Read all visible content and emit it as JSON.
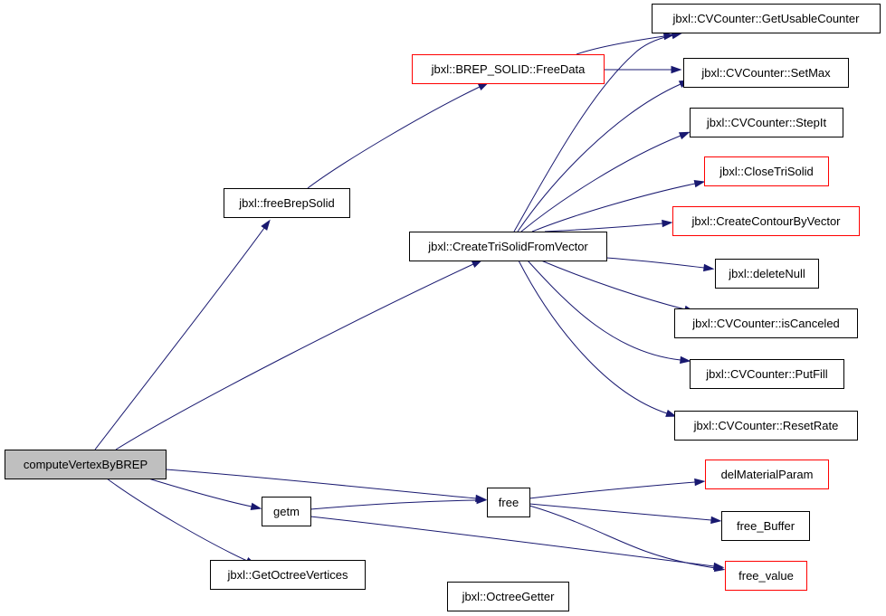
{
  "colors": {
    "edge": "#191970",
    "border_normal": "#000000",
    "border_highlight": "#ff0000",
    "root_fill": "#bfbfbf",
    "node_fill": "#ffffff"
  },
  "nodes": [
    {
      "id": "computeVertexByBREP",
      "label": "computeVertexByBREP",
      "style": "root"
    },
    {
      "id": "freeBrepSolid",
      "label": "jbxl::freeBrepSolid",
      "style": "normal"
    },
    {
      "id": "CreateTriSolidFromVector",
      "label": "jbxl::CreateTriSolidFromVector",
      "style": "normal"
    },
    {
      "id": "getm",
      "label": "getm",
      "style": "normal"
    },
    {
      "id": "GetOctreeVertices",
      "label": "jbxl::GetOctreeVertices",
      "style": "normal"
    },
    {
      "id": "FreeData",
      "label": "jbxl::BREP_SOLID::FreeData",
      "style": "red"
    },
    {
      "id": "GetUsableCounter",
      "label": "jbxl::CVCounter::GetUsableCounter",
      "style": "normal"
    },
    {
      "id": "SetMax",
      "label": "jbxl::CVCounter::SetMax",
      "style": "normal"
    },
    {
      "id": "StepIt",
      "label": "jbxl::CVCounter::StepIt",
      "style": "normal"
    },
    {
      "id": "CloseTriSolid",
      "label": "jbxl::CloseTriSolid",
      "style": "red"
    },
    {
      "id": "CreateContourByVector",
      "label": "jbxl::CreateContourByVector",
      "style": "red"
    },
    {
      "id": "deleteNull",
      "label": "jbxl::deleteNull",
      "style": "normal"
    },
    {
      "id": "isCanceled",
      "label": "jbxl::CVCounter::isCanceled",
      "style": "normal"
    },
    {
      "id": "PutFill",
      "label": "jbxl::CVCounter::PutFill",
      "style": "normal"
    },
    {
      "id": "ResetRate",
      "label": "jbxl::CVCounter::ResetRate",
      "style": "normal"
    },
    {
      "id": "free",
      "label": "free",
      "style": "normal"
    },
    {
      "id": "delMaterialParam",
      "label": "delMaterialParam",
      "style": "red"
    },
    {
      "id": "free_Buffer",
      "label": "free_Buffer",
      "style": "normal"
    },
    {
      "id": "free_value",
      "label": "free_value",
      "style": "red"
    },
    {
      "id": "OctreeGetter",
      "label": "jbxl::OctreeGetter",
      "style": "normal"
    }
  ],
  "edges": [
    {
      "from": "computeVertexByBREP",
      "to": "freeBrepSolid"
    },
    {
      "from": "computeVertexByBREP",
      "to": "CreateTriSolidFromVector"
    },
    {
      "from": "computeVertexByBREP",
      "to": "free"
    },
    {
      "from": "computeVertexByBREP",
      "to": "getm"
    },
    {
      "from": "computeVertexByBREP",
      "to": "GetOctreeVertices"
    },
    {
      "from": "freeBrepSolid",
      "to": "FreeData"
    },
    {
      "from": "FreeData",
      "to": "GetUsableCounter"
    },
    {
      "from": "FreeData",
      "to": "SetMax"
    },
    {
      "from": "CreateTriSolidFromVector",
      "to": "GetUsableCounter"
    },
    {
      "from": "CreateTriSolidFromVector",
      "to": "SetMax"
    },
    {
      "from": "CreateTriSolidFromVector",
      "to": "StepIt"
    },
    {
      "from": "CreateTriSolidFromVector",
      "to": "CloseTriSolid"
    },
    {
      "from": "CreateTriSolidFromVector",
      "to": "CreateContourByVector"
    },
    {
      "from": "CreateTriSolidFromVector",
      "to": "deleteNull"
    },
    {
      "from": "CreateTriSolidFromVector",
      "to": "isCanceled"
    },
    {
      "from": "CreateTriSolidFromVector",
      "to": "PutFill"
    },
    {
      "from": "CreateTriSolidFromVector",
      "to": "ResetRate"
    },
    {
      "from": "getm",
      "to": "free"
    },
    {
      "from": "getm",
      "to": "free_value"
    },
    {
      "from": "free",
      "to": "delMaterialParam"
    },
    {
      "from": "free",
      "to": "free_Buffer"
    },
    {
      "from": "free",
      "to": "free_value"
    },
    {
      "from": "GetOctreeVertices",
      "to": "OctreeGetter"
    }
  ]
}
